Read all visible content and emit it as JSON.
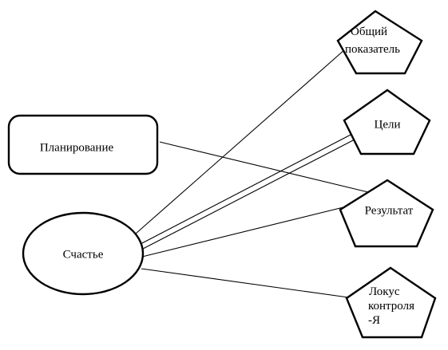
{
  "diagram": {
    "nodes": [
      {
        "id": "planirovanie",
        "shape": "rounded-rectangle",
        "lines": [
          "Планирование"
        ]
      },
      {
        "id": "schaste",
        "shape": "ellipse",
        "lines": [
          "Счастье"
        ]
      },
      {
        "id": "obshchiy",
        "shape": "pentagon",
        "lines": [
          "Общий",
          "показатель"
        ]
      },
      {
        "id": "tseli",
        "shape": "pentagon",
        "lines": [
          "Цели"
        ]
      },
      {
        "id": "rezultat",
        "shape": "pentagon",
        "lines": [
          "Результат"
        ]
      },
      {
        "id": "lokus",
        "shape": "pentagon",
        "lines": [
          "Локус",
          "контроля",
          "-Я"
        ]
      }
    ],
    "edges": [
      {
        "from": "planirovanie",
        "to": "rezultat",
        "style": "single"
      },
      {
        "from": "schaste",
        "to": "obshchiy",
        "style": "single"
      },
      {
        "from": "schaste",
        "to": "tseli",
        "style": "double"
      },
      {
        "from": "schaste",
        "to": "rezultat",
        "style": "single"
      },
      {
        "from": "schaste",
        "to": "lokus",
        "style": "single"
      }
    ]
  }
}
